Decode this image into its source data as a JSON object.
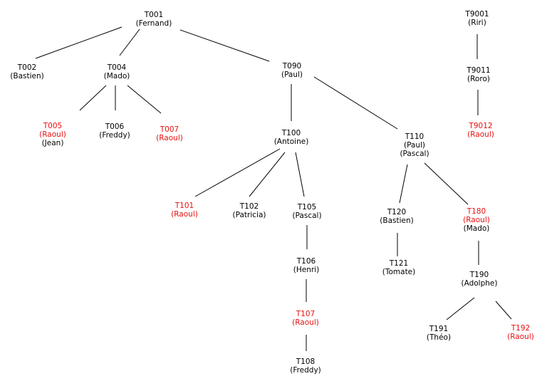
{
  "colors": {
    "normal": "#000000",
    "highlight": "#e81010",
    "line": "#000000"
  },
  "nodes": [
    {
      "id": "T001",
      "lines": [
        {
          "text": "T001",
          "c": "normal"
        },
        {
          "text": "(Fernand)",
          "c": "normal"
        }
      ]
    },
    {
      "id": "T002",
      "lines": [
        {
          "text": "T002",
          "c": "normal"
        },
        {
          "text": "(Bastien)",
          "c": "normal"
        }
      ]
    },
    {
      "id": "T004",
      "lines": [
        {
          "text": "T004",
          "c": "normal"
        },
        {
          "text": "(Mado)",
          "c": "normal"
        }
      ]
    },
    {
      "id": "T005",
      "lines": [
        {
          "text": "T005",
          "c": "highlight"
        },
        {
          "text": "(Raoul)",
          "c": "highlight"
        },
        {
          "text": "(Jean)",
          "c": "normal"
        }
      ]
    },
    {
      "id": "T006",
      "lines": [
        {
          "text": "T006",
          "c": "normal"
        },
        {
          "text": "(Freddy)",
          "c": "normal"
        }
      ]
    },
    {
      "id": "T007",
      "lines": [
        {
          "text": "T007",
          "c": "highlight"
        },
        {
          "text": "(Raoul)",
          "c": "highlight"
        }
      ]
    },
    {
      "id": "T090",
      "lines": [
        {
          "text": "T090",
          "c": "normal"
        },
        {
          "text": "(Paul)",
          "c": "normal"
        }
      ]
    },
    {
      "id": "T100",
      "lines": [
        {
          "text": "T100",
          "c": "normal"
        },
        {
          "text": "(Antoine)",
          "c": "normal"
        }
      ]
    },
    {
      "id": "T101",
      "lines": [
        {
          "text": "T101",
          "c": "highlight"
        },
        {
          "text": "(Raoul)",
          "c": "highlight"
        }
      ]
    },
    {
      "id": "T102",
      "lines": [
        {
          "text": "T102",
          "c": "normal"
        },
        {
          "text": "(Patricia)",
          "c": "normal"
        }
      ]
    },
    {
      "id": "T105",
      "lines": [
        {
          "text": "T105",
          "c": "normal"
        },
        {
          "text": "(Pascal)",
          "c": "normal"
        }
      ]
    },
    {
      "id": "T106",
      "lines": [
        {
          "text": "T106",
          "c": "normal"
        },
        {
          "text": "(Henri)",
          "c": "normal"
        }
      ]
    },
    {
      "id": "T107",
      "lines": [
        {
          "text": "T107",
          "c": "highlight"
        },
        {
          "text": "(Raoul)",
          "c": "highlight"
        }
      ]
    },
    {
      "id": "T108",
      "lines": [
        {
          "text": "T108",
          "c": "normal"
        },
        {
          "text": "(Freddy)",
          "c": "normal"
        }
      ]
    },
    {
      "id": "T110",
      "lines": [
        {
          "text": "T110",
          "c": "normal"
        },
        {
          "text": "(Paul)",
          "c": "normal"
        },
        {
          "text": "(Pascal)",
          "c": "normal"
        }
      ]
    },
    {
      "id": "T120",
      "lines": [
        {
          "text": "T120",
          "c": "normal"
        },
        {
          "text": "(Bastien)",
          "c": "normal"
        }
      ]
    },
    {
      "id": "T121",
      "lines": [
        {
          "text": "T121",
          "c": "normal"
        },
        {
          "text": "(Tomate)",
          "c": "normal"
        }
      ]
    },
    {
      "id": "T180",
      "lines": [
        {
          "text": "T180",
          "c": "highlight"
        },
        {
          "text": "(Raoul)",
          "c": "highlight"
        },
        {
          "text": "(Mado)",
          "c": "normal"
        }
      ]
    },
    {
      "id": "T190",
      "lines": [
        {
          "text": "T190",
          "c": "normal"
        },
        {
          "text": "(Adolphe)",
          "c": "normal"
        }
      ]
    },
    {
      "id": "T191",
      "lines": [
        {
          "text": "T191",
          "c": "normal"
        },
        {
          "text": "(Théo)",
          "c": "normal"
        }
      ]
    },
    {
      "id": "T192",
      "lines": [
        {
          "text": "T192",
          "c": "highlight"
        },
        {
          "text": "(Raoul)",
          "c": "highlight"
        }
      ]
    },
    {
      "id": "T9001",
      "lines": [
        {
          "text": "T9001",
          "c": "normal"
        },
        {
          "text": "(Riri)",
          "c": "normal"
        }
      ]
    },
    {
      "id": "T9011",
      "lines": [
        {
          "text": "T9011",
          "c": "normal"
        },
        {
          "text": "(Roro)",
          "c": "normal"
        }
      ]
    },
    {
      "id": "T9012",
      "lines": [
        {
          "text": "T9012",
          "c": "highlight"
        },
        {
          "text": "(Raoul)",
          "c": "highlight"
        }
      ]
    }
  ],
  "edges": [
    [
      "T001",
      "T002"
    ],
    [
      "T001",
      "T004"
    ],
    [
      "T001",
      "T090"
    ],
    [
      "T004",
      "T005"
    ],
    [
      "T004",
      "T006"
    ],
    [
      "T004",
      "T007"
    ],
    [
      "T090",
      "T100"
    ],
    [
      "T090",
      "T110"
    ],
    [
      "T100",
      "T101"
    ],
    [
      "T100",
      "T102"
    ],
    [
      "T100",
      "T105"
    ],
    [
      "T105",
      "T106"
    ],
    [
      "T106",
      "T107"
    ],
    [
      "T107",
      "T108"
    ],
    [
      "T110",
      "T120"
    ],
    [
      "T110",
      "T180"
    ],
    [
      "T120",
      "T121"
    ],
    [
      "T180",
      "T190"
    ],
    [
      "T190",
      "T191"
    ],
    [
      "T190",
      "T192"
    ],
    [
      "T9001",
      "T9011"
    ],
    [
      "T9011",
      "T9012"
    ]
  ]
}
